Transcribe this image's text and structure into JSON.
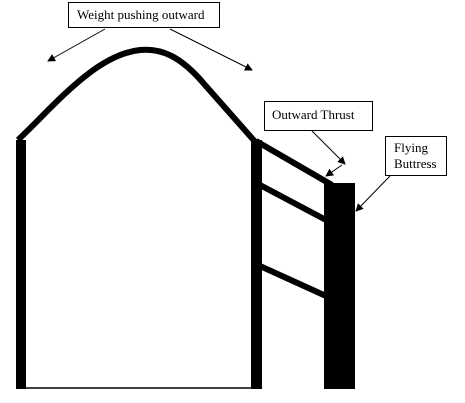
{
  "labels": {
    "weight": "Weight pushing outward",
    "thrust": "Outward Thrust",
    "buttress_line1": "Flying",
    "buttress_line2": "Buttress"
  },
  "colors": {
    "ink": "#000000",
    "background": "#ffffff"
  }
}
